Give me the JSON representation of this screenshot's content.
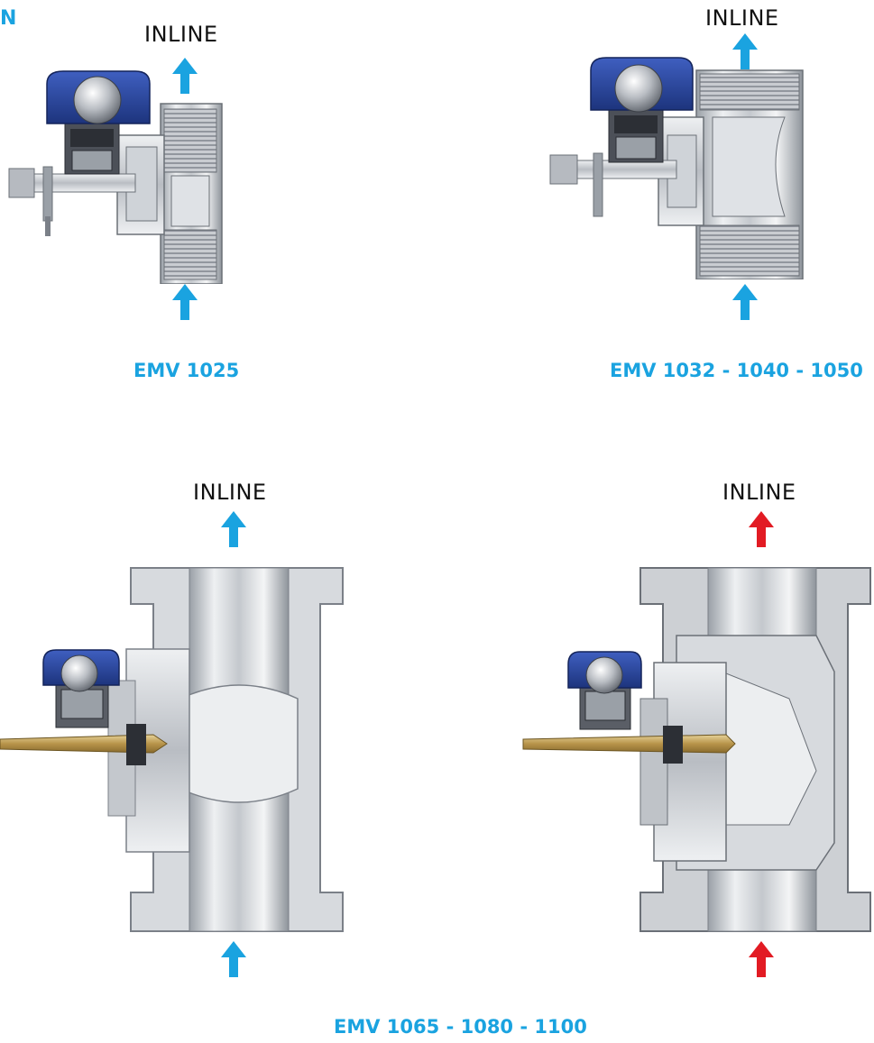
{
  "page": {
    "corner_letter": "N"
  },
  "labels": {
    "inline": "INLINE"
  },
  "models": {
    "small": "EMV 1025",
    "medium": "EMV 1032 - 1040 - 1050",
    "large": "EMV 1065 - 1080 - 1100"
  },
  "colors": {
    "accent_blue": "#1aa3e0",
    "arrow_red": "#e21b23",
    "actuator_blue": "#2b4aa3",
    "steel_light": "#e4e6e9",
    "steel_mid": "#b8bcc2",
    "steel_dark": "#7b8088",
    "brass": "#c8a862"
  },
  "icons": {
    "flow_arrow_blue": "arrow-up-blue-icon",
    "flow_arrow_red": "arrow-up-red-icon"
  }
}
